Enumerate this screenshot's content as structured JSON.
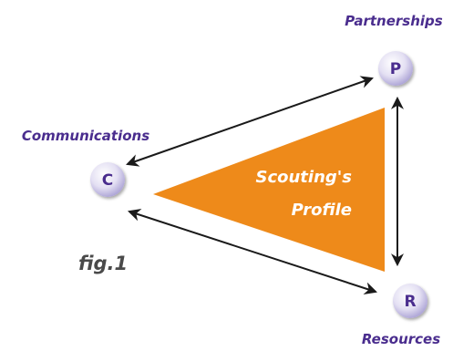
{
  "nodes": {
    "partnerships": {
      "letter": "P",
      "label": "Partnerships"
    },
    "communications": {
      "letter": "C",
      "label": "Communications"
    },
    "resources": {
      "letter": "R",
      "label": "Resources"
    }
  },
  "center": {
    "line1": "Scouting's",
    "line2": "Profile"
  },
  "figure_label": "fig.1",
  "colors": {
    "triangle": "#ee8a1a",
    "label_purple": "#4a2d8e",
    "node_fill_light": "#ffffff",
    "node_fill_dark": "#b9b2dd",
    "arrow": "#1a1a1a",
    "fig_text": "#4a4a4a"
  }
}
